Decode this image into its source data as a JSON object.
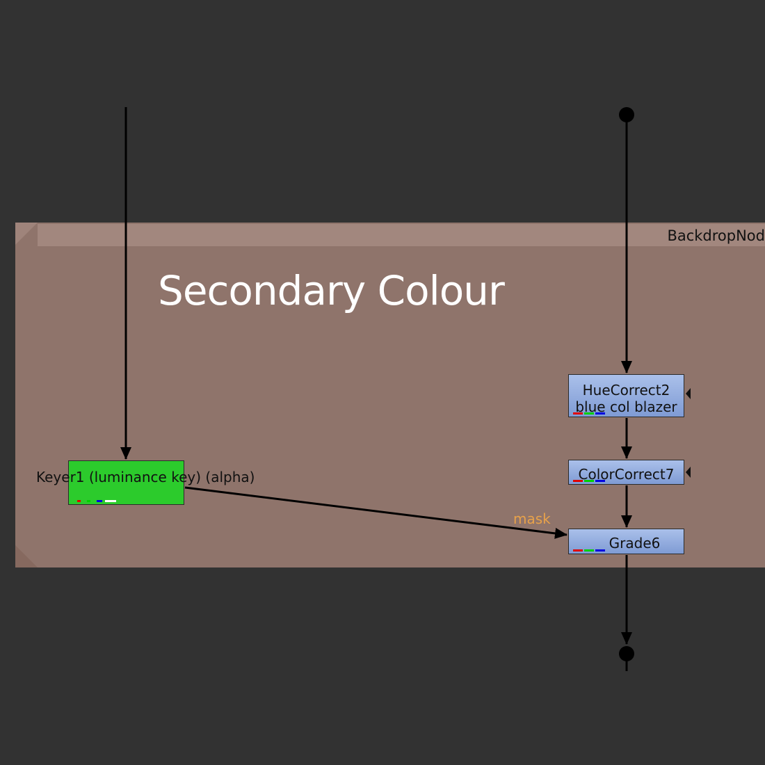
{
  "backdrop": {
    "name": "BackdropNod",
    "label": "Secondary Colour",
    "color": "#8f746b"
  },
  "nodes": {
    "keyer": {
      "line1": "Keyer1 (luminance key)",
      "line2": "(alpha)",
      "color": "#2ccb2c"
    },
    "huecorrect": {
      "line1": "HueCorrect2",
      "line2": "blue col blazer",
      "color": "#9bb2e4"
    },
    "colorcorrect": {
      "line1": "ColorCorrect7",
      "color": "#9bb2e4"
    },
    "grade": {
      "line1": "Grade6",
      "color": "#9bb2e4"
    }
  },
  "wires": {
    "mask_label": "mask",
    "mask_color": "#e8a24a"
  },
  "canvas": {
    "background": "#323232"
  }
}
